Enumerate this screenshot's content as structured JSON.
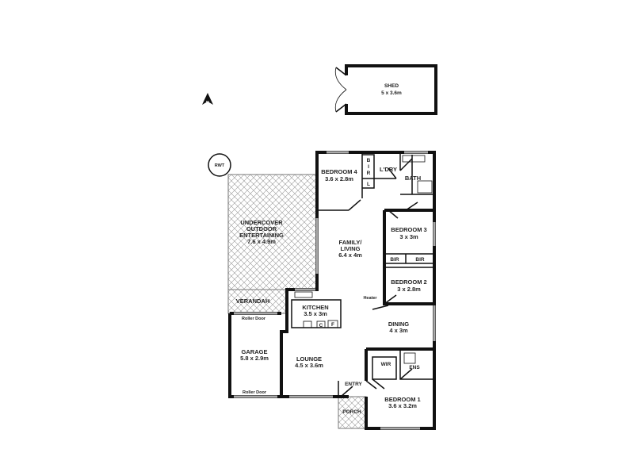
{
  "compass": {
    "label": "N"
  },
  "rwt": {
    "label": "RWT"
  },
  "shed": {
    "name": "SHED",
    "size": "5 x 3.6m"
  },
  "rooms": {
    "bedroom4": {
      "name": "BEDROOM 4",
      "size": "3.6 x 2.8m"
    },
    "bir_top": {
      "letters": [
        "B",
        "I",
        "R"
      ],
      "linen": "L"
    },
    "laundry": {
      "name": "L'DRY"
    },
    "bath": {
      "name": "BATH"
    },
    "outdoor": {
      "lines": [
        "UNDERCOVER",
        "OUTDOOR",
        "ENTERTAINING"
      ],
      "size": "7.6 x 4.9m"
    },
    "family": {
      "lines": [
        "FAMILY/",
        "LIVING"
      ],
      "size": "6.4 x 4m"
    },
    "bedroom3": {
      "name": "BEDROOM 3",
      "size": "3 x 3m"
    },
    "bir_left": {
      "name": "BIR"
    },
    "bir_right": {
      "name": "BIR"
    },
    "bedroom2": {
      "name": "BEDROOM 2",
      "size": "3 x 2.8m"
    },
    "heater": {
      "name": "Heater"
    },
    "verandah": {
      "name": "VERANDAH"
    },
    "kitchen": {
      "name": "KITCHEN",
      "size": "3.5 x 3m",
      "cupboard": "C",
      "fridge": "F"
    },
    "dining": {
      "name": "DINING",
      "size": "4 x 3m"
    },
    "garage": {
      "name": "GARAGE",
      "size": "5.8 x 2.9m",
      "door_top": "Roller Door",
      "door_bottom": "Roller Door"
    },
    "lounge": {
      "name": "LOUNGE",
      "size": "4.5 x 3.6m"
    },
    "wir": {
      "name": "WIR"
    },
    "ens": {
      "name": "ENS"
    },
    "entry": {
      "name": "ENTRY"
    },
    "porch": {
      "name": "PORCH"
    },
    "bedroom1": {
      "name": "BEDROOM 1",
      "size": "3.6 x 3.2m"
    }
  }
}
